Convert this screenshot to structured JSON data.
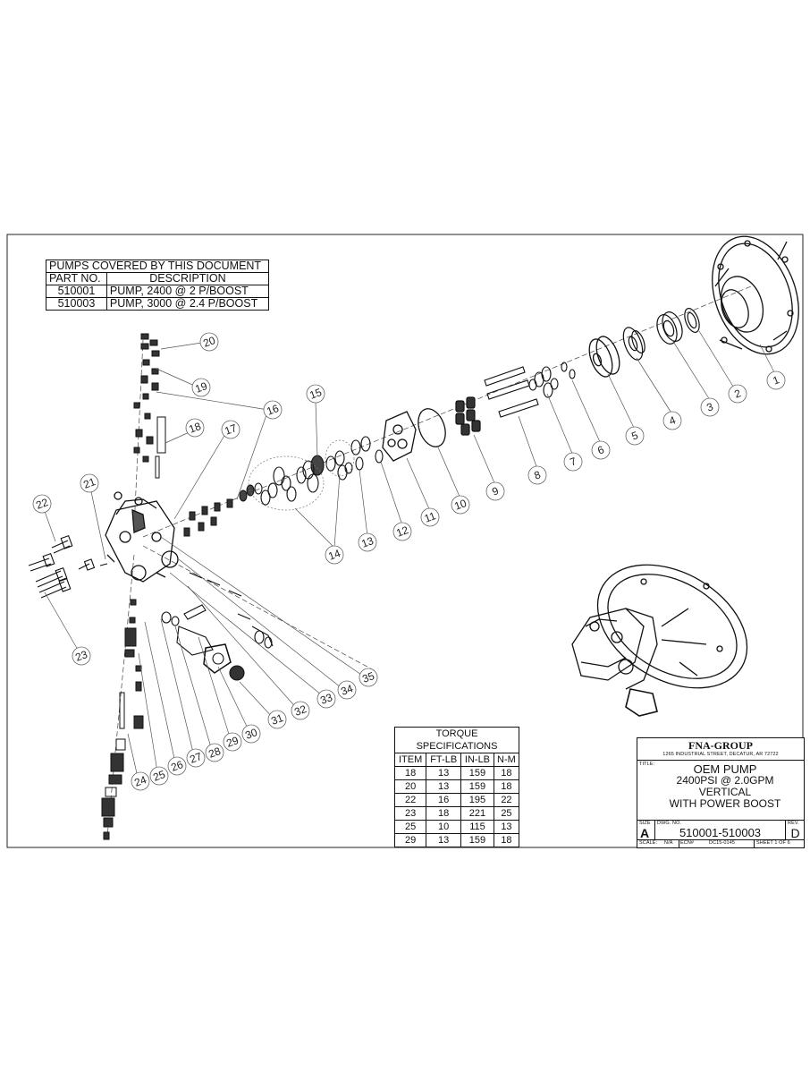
{
  "pumps_table": {
    "title": "PUMPS COVERED BY THIS DOCUMENT",
    "headers": [
      "PART NO.",
      "DESCRIPTION"
    ],
    "rows": [
      [
        "510001",
        "PUMP, 2400 @ 2 P/BOOST"
      ],
      [
        "510003",
        "PUMP, 3000 @ 2.4 P/BOOST"
      ]
    ]
  },
  "torque_table": {
    "title": "TORQUE SPECIFICATIONS",
    "headers": [
      "ITEM",
      "FT-LB",
      "IN-LB",
      "N-M"
    ],
    "rows": [
      [
        "18",
        "13",
        "159",
        "18"
      ],
      [
        "20",
        "13",
        "159",
        "18"
      ],
      [
        "22",
        "16",
        "195",
        "22"
      ],
      [
        "23",
        "18",
        "221",
        "25"
      ],
      [
        "25",
        "10",
        "115",
        "13"
      ],
      [
        "29",
        "13",
        "159",
        "18"
      ]
    ]
  },
  "title_block": {
    "company": "FNA-GROUP",
    "address": "1265 INDUSTRIAL STREET, DECATUR, AR 72722",
    "title_label": "TITLE:",
    "title_lines": [
      "OEM PUMP",
      "2400PSI @ 2.0GPM",
      "VERTICAL",
      "WITH POWER BOOST"
    ],
    "size_label": "SIZE",
    "size": "A",
    "dwg_label": "DWG. NO.",
    "dwg_no": "510001-510003",
    "rev_label": "REV.",
    "rev": "D",
    "scale_label": "SCALE:",
    "scale": "N/A",
    "ecn_label": "ECN#",
    "ecn": "DC15-0145",
    "sheet": "SHEET 1 OF 6"
  },
  "balloons": [
    "1",
    "2",
    "3",
    "4",
    "5",
    "6",
    "7",
    "8",
    "9",
    "10",
    "11",
    "12",
    "13",
    "14",
    "15",
    "16",
    "17",
    "18",
    "19",
    "20",
    "21",
    "22",
    "23",
    "24",
    "25",
    "26",
    "27",
    "28",
    "29",
    "30",
    "31",
    "32",
    "33",
    "34",
    "35"
  ],
  "colors": {
    "line": "#111111",
    "leader": "#555555",
    "background": "#ffffff"
  }
}
